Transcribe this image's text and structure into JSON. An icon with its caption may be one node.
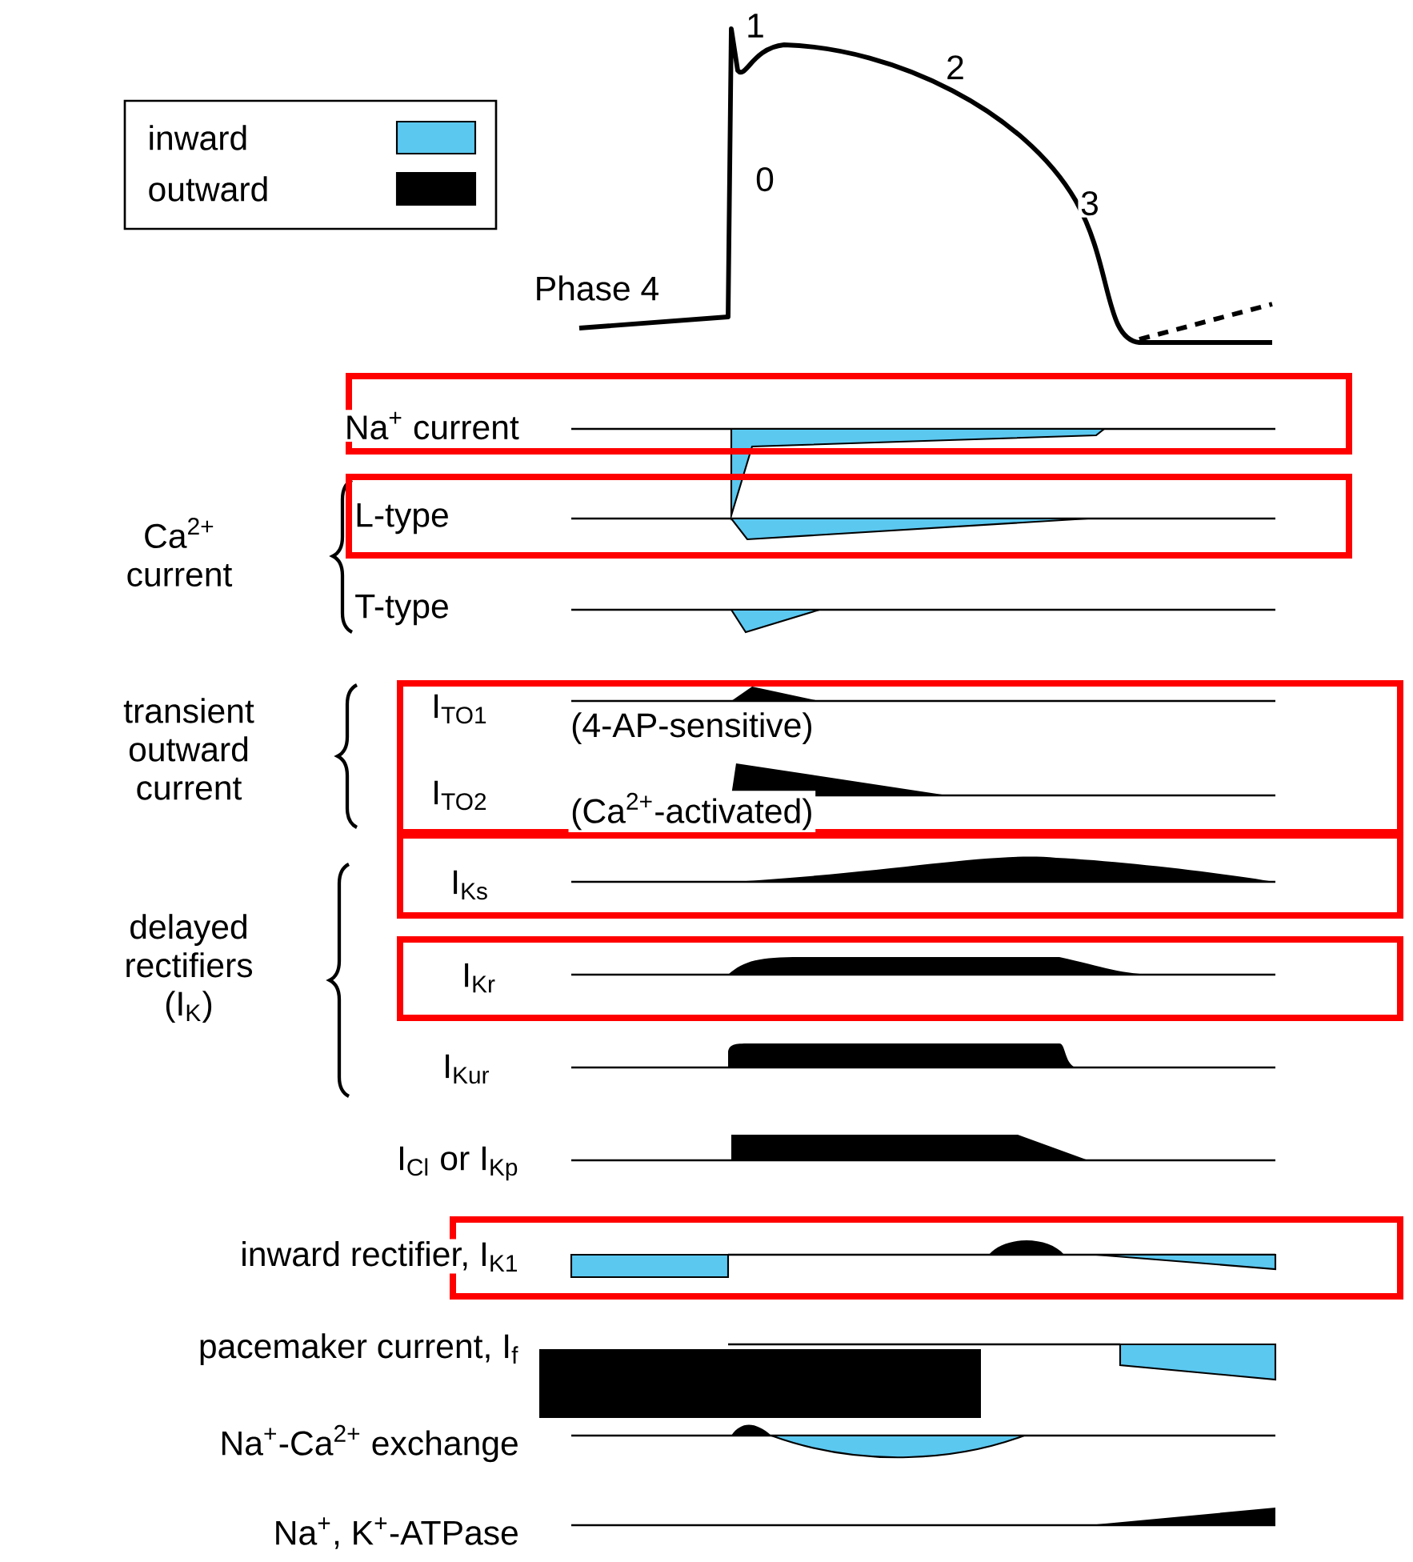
{
  "diagram": {
    "labels": [
      "1",
      "2",
      "0",
      "3",
      "Phase 4",
      "Na$^{+}$ current",
      "Ca$^{2+}$ current",
      "L-type",
      "T-type",
      "transient outward current",
      "I$_{TO1}$",
      "(4-AP-sensitive)",
      "I$_{TO2}$",
      "(Ca$^{2+}$-activated)",
      "I$_{Ks}$",
      "delayed rectifiers (I$_{K}$)",
      "I$_{Kr}$",
      "I$_{Kur}$",
      "I$_{Cl}$ or I$_{Kp}$",
      "inward rectifier, I$_{K1}$",
      "pacemaker current, I$_{f}$",
      "Na$^{+}$-Ca$^{2+}$ exchange",
      "Na$^{+}$, K$^{+}$-ATPase"
    ],
    "legend": [
      {
        "text": "inward",
        "color": "#5bc8f0"
      },
      {
        "text": "outward",
        "color": "#000000"
      }
    ]
  }
}
